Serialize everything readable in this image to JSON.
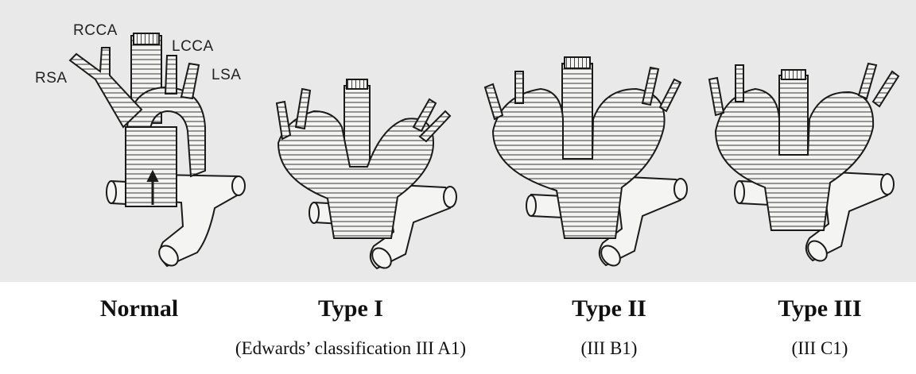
{
  "labels": {
    "rcca": "RCCA",
    "lcca": "LCCA",
    "rsa": "RSA",
    "lsa": "LSA"
  },
  "panels": [
    {
      "title": "Normal",
      "subtitle": ""
    },
    {
      "title": "Type I",
      "subtitle": "(Edwards’ classification III A1)"
    },
    {
      "title": "Type II",
      "subtitle": "(III B1)"
    },
    {
      "title": "Type III",
      "subtitle": "(III C1)"
    }
  ],
  "colors": {
    "background": "#e9e9e9",
    "ink": "#1a1a1a",
    "vessel_fill": "#f4f4f2"
  }
}
